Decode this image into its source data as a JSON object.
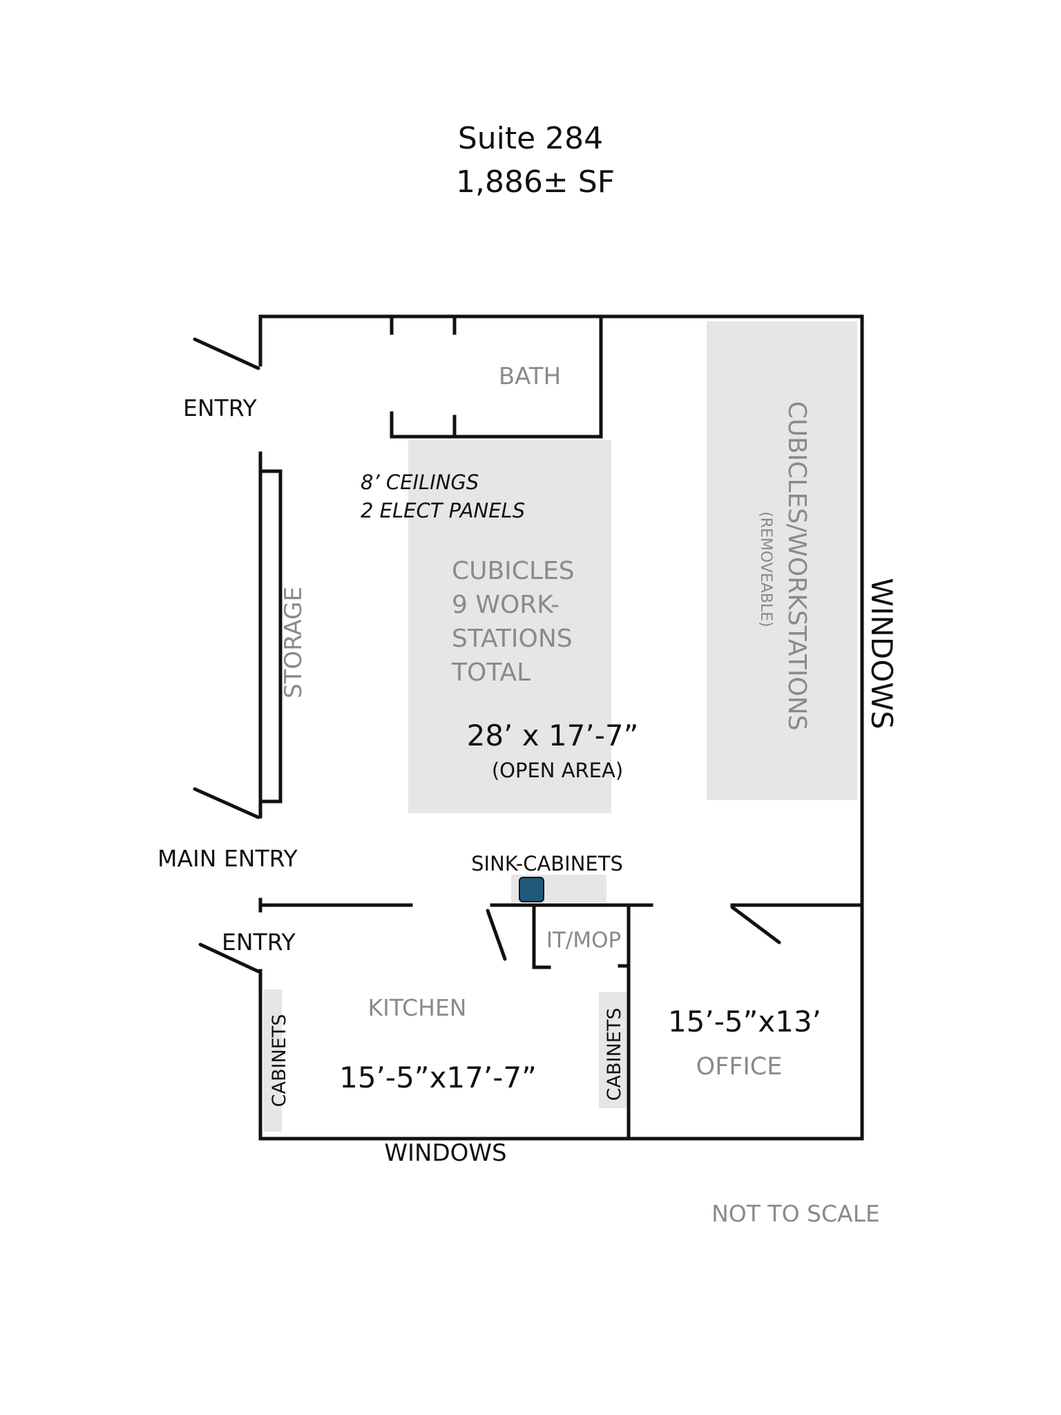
{
  "title": {
    "suite": "Suite 284",
    "area": "1,886± SF"
  },
  "labels": {
    "entry_top": "ENTRY",
    "main_entry": "MAIN ENTRY",
    "entry_bottom": "ENTRY",
    "bath": "BATH",
    "ceilings": "8’ CEILINGS",
    "panels": "2 ELECT PANELS",
    "cubicles_line1": "CUBICLES",
    "cubicles_line2": "9 WORK-",
    "cubicles_line3": "STATIONS",
    "cubicles_line4": "TOTAL",
    "open_area_dims": "28’ x 17’-7”",
    "open_area": "(OPEN AREA)",
    "storage": "STORAGE",
    "cubicles_workstations": "CUBICLES/WORKSTATIONS",
    "removeable": "(REMOVEABLE)",
    "windows_right": "WINDOWS",
    "sink_cabinets": "SINK-CABINETS",
    "it_mop": "IT/MOP",
    "kitchen": "KITCHEN",
    "kitchen_dims": "15’-5”x17’-7”",
    "cabinets_left": "CABINETS",
    "cabinets_right": "CABINETS",
    "office_dims": "15’-5”x13’",
    "office": "OFFICE",
    "windows_bottom": "WINDOWS",
    "not_to_scale": "NOT TO SCALE"
  },
  "colors": {
    "wall": "#111111",
    "shade": "#e6e6e6",
    "gray_text": "#8a8a8a",
    "sink_marker": "#1d5a7a"
  }
}
